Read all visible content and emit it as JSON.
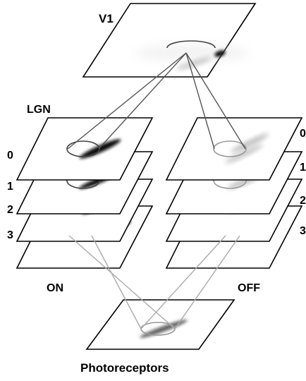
{
  "labels": {
    "v1": "V1",
    "lgn": "LGN",
    "on": "ON",
    "off": "OFF",
    "photoreceptors": "Photoreceptors",
    "on_layers": [
      "0",
      "1",
      "2",
      "3"
    ],
    "off_layers": [
      "0",
      "1",
      "2",
      "3"
    ]
  },
  "colors": {
    "plane_stroke": "#000000",
    "plane_fill": "#ffffff",
    "on_blob": "#111111",
    "off_blob": "#b8b8b8",
    "cone_dark": "#555555",
    "cone_light": "#aaaaaa"
  }
}
